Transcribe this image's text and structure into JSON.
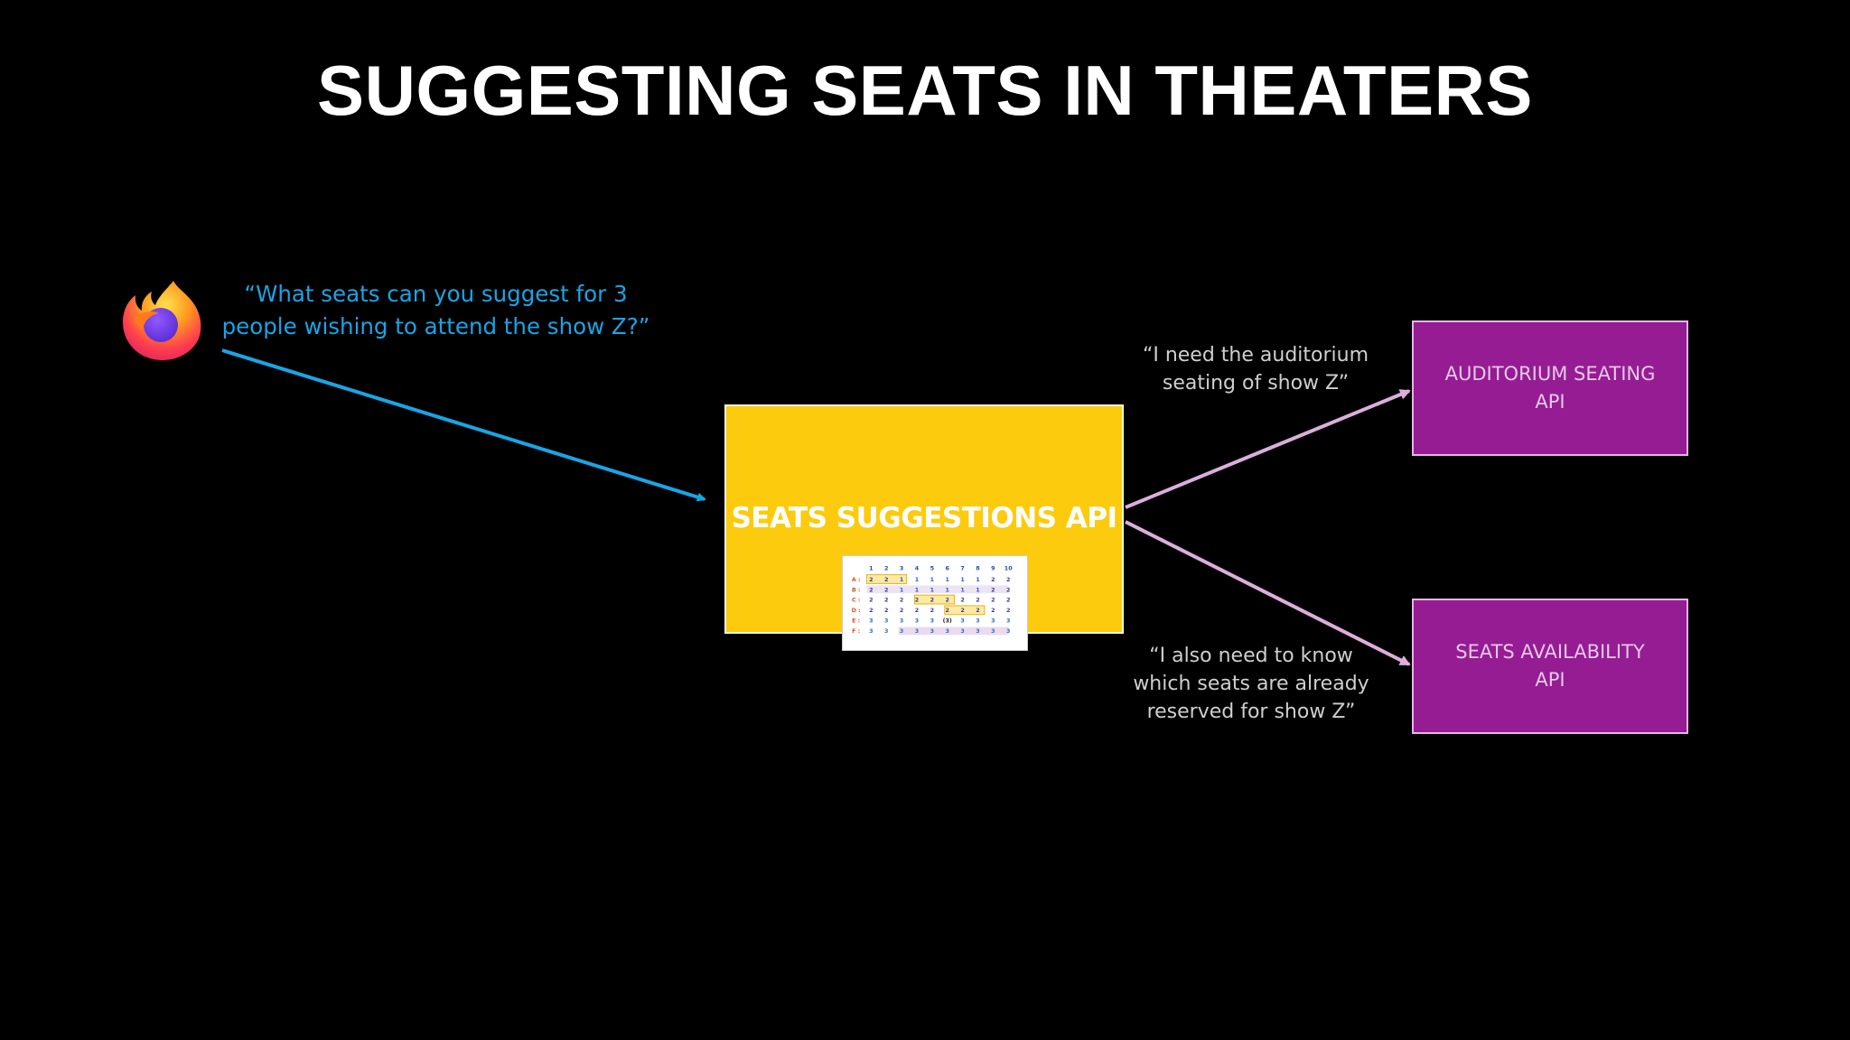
{
  "slide": {
    "title": "SUGGESTING SEATS IN THEATERS"
  },
  "client": {
    "icon": "firefox-icon",
    "quote": "“What seats can you suggest for 3 people wishing to attend the show Z?”",
    "color": "#1aa4e6"
  },
  "main_service": {
    "label": "SEATS SUGGESTIONS API",
    "color": "#fdcb0d",
    "seat_map": {
      "columns": [
        "1",
        "2",
        "3",
        "4",
        "5",
        "6",
        "7",
        "8",
        "9",
        "10"
      ],
      "rows": [
        {
          "label": "A :",
          "seats": [
            "2",
            "2",
            "1",
            "1",
            "1",
            "1",
            "1",
            "1",
            "2",
            "2"
          ]
        },
        {
          "label": "B :",
          "seats": [
            "2",
            "2",
            "1",
            "1",
            "1",
            "1",
            "1",
            "1",
            "2",
            "2"
          ]
        },
        {
          "label": "C :",
          "seats": [
            "2",
            "2",
            "2",
            "2",
            "2",
            "2",
            "2",
            "2",
            "2",
            "2"
          ]
        },
        {
          "label": "D :",
          "seats": [
            "2",
            "2",
            "2",
            "2",
            "2",
            "2",
            "2",
            "2",
            "2",
            "2"
          ]
        },
        {
          "label": "E :",
          "seats": [
            "3",
            "3",
            "3",
            "3",
            "3",
            "(3)",
            "3",
            "3",
            "3",
            "3"
          ]
        },
        {
          "label": "F :",
          "seats": [
            "3",
            "3",
            "3",
            "3",
            "3",
            "3",
            "3",
            "3",
            "3",
            "3"
          ]
        }
      ]
    }
  },
  "dependencies": [
    {
      "label": "AUDITORIUM SEATING\nAPI",
      "request_quote": "“I need the auditorium seating of show Z”",
      "color": "#951c93"
    },
    {
      "label": "SEATS AVAILABILITY\nAPI",
      "request_quote": "“I also need to know which seats are already reserved for show Z”",
      "color": "#951c93"
    }
  ]
}
